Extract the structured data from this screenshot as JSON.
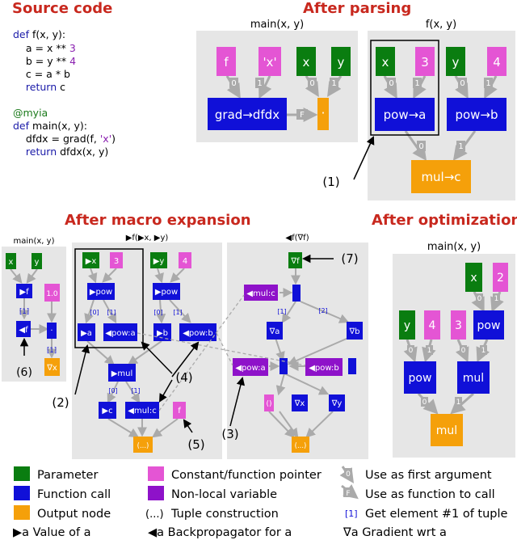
{
  "titles": {
    "source": "Source code",
    "parsing": "After parsing",
    "macro": "After macro expansion",
    "optim": "After optimization"
  },
  "code": {
    "l1a": "def",
    "l1b": " f(x, y):",
    "l2a": "    a = x ** ",
    "l2b": "3",
    "l3a": "    b = y ** ",
    "l3b": "4",
    "l4": "    c = a * b",
    "l5a": "    ",
    "l5b": "return",
    "l5c": " c",
    "l6": "@myia",
    "l7a": "def",
    "l7b": " main(x, y):",
    "l8a": "    dfdx = grad(f, ",
    "l8b": "'x'",
    "l8c": ")",
    "l9a": "    ",
    "l9b": "return",
    "l9c": " dfdx(x, y)"
  },
  "parsing": {
    "main_title": "main(x, y)",
    "f_title": "f(x, y)",
    "main_nodes": {
      "f": "f",
      "xq": "'x'",
      "x": "x",
      "y": "y",
      "grad": "grad→dfdx",
      "out": "·"
    },
    "f_nodes": {
      "x": "x",
      "three": "3",
      "y": "y",
      "four": "4",
      "pow_a": "pow→a",
      "pow_b": "pow→b",
      "mul": "mul→c"
    },
    "edge_labels": {
      "zero": "0",
      "one": "1",
      "F": "F"
    },
    "callout": "(1)"
  },
  "macro": {
    "main_title": "main(x, y)",
    "f_title": "▶f(▶x, ▶y)",
    "bf_title": "◀f(∇f)",
    "main_nodes": {
      "x": "x",
      "y": "y",
      "f": "▶f",
      "one": "1.0",
      "bf": "◀f",
      "dot": "·",
      "gx": "∇x",
      "idx1": "[1]"
    },
    "f_nodes": {
      "x": "▶x",
      "three": "3",
      "y": "▶y",
      "four": "4",
      "pow1": "▶pow",
      "pow2": "▶pow",
      "a": "▶a",
      "bpowa": "◀pow:a",
      "b": "▶b",
      "bpowb": "◀pow:b",
      "mul": "▶mul",
      "c": "▶c",
      "bmulc": "◀mul:c",
      "fconst": "f",
      "tuple": "(...)",
      "i0a": "[0]",
      "i1a": "[1]",
      "i0b": "[0]",
      "i1b": "[1]",
      "i0c": "[0]",
      "i1c": "[1]"
    },
    "bf_nodes": {
      "gf": "∇f",
      "bmulc": "◀mul:c",
      "ga": "∇a",
      "gb": "∇b",
      "bpowa": "◀pow:a",
      "bpowb": "◀pow:b",
      "gx": "∇x",
      "gy": "∇y",
      "empty": "()",
      "tuple": "(...)",
      "i1": "[1]",
      "i2": "[2]"
    },
    "callouts": {
      "c2": "(2)",
      "c3": "(3)",
      "c4": "(4)",
      "c5": "(5)",
      "c6": "(6)",
      "c7": "(7)"
    }
  },
  "optim": {
    "title": "main(x, y)",
    "nodes": {
      "x": "x",
      "two": "2",
      "y": "y",
      "four": "4",
      "three": "3",
      "pow_top": "pow",
      "pow": "pow",
      "mul_mid": "mul",
      "mul": "mul"
    }
  },
  "legend": {
    "parameter": "Parameter",
    "function_call": "Function call",
    "output_node": "Output node",
    "constant": "Constant/function pointer",
    "nonlocal": "Non-local variable",
    "tuple_sym": "(...)",
    "tuple": "Tuple construction",
    "first_arg": "Use as first argument",
    "as_function": "Use as function to call",
    "get_element": "Get element #1 of tuple",
    "value_of": "▶a Value of a",
    "backprop": "◀a Backpropagator for a",
    "gradient": "∇a Gradient wrt a",
    "zero": "0",
    "F": "F",
    "idx": "[1]"
  },
  "colors": {
    "parameter": "#0a7d10",
    "call": "#1010d8",
    "output": "#f5a00a",
    "constant": "#e455d4",
    "nonlocal": "#8e12c9",
    "panel": "#e6e6e6",
    "title": "#c8281e",
    "code_keyword": "#1a1aa8",
    "code_number": "#8a20b0"
  }
}
